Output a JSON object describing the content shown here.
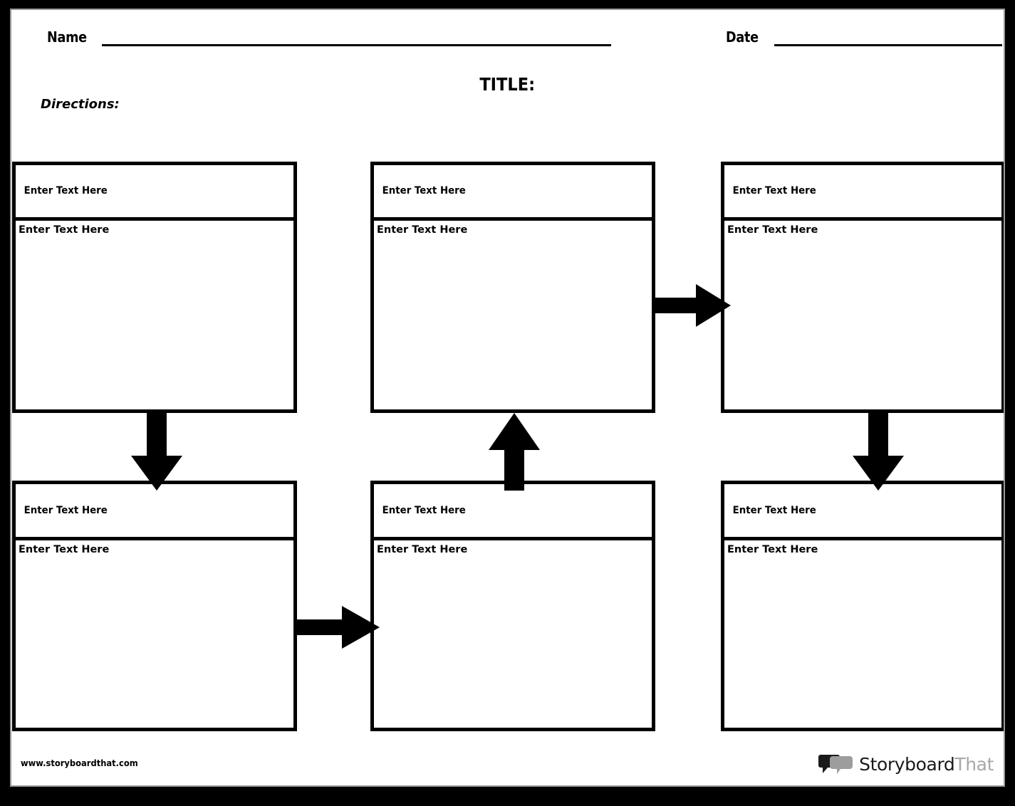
{
  "header": {
    "name_label": "Name",
    "date_label": "Date",
    "name_value": "",
    "date_value": ""
  },
  "title": "TITLE:",
  "directions_label": "Directions:",
  "placeholder": "Enter Text Here",
  "grid": {
    "rows": [
      {
        "cells": [
          {
            "heading": "Enter Text Here",
            "body": "Enter Text Here"
          },
          {
            "heading": "Enter Text Here",
            "body": "Enter Text Here"
          },
          {
            "heading": "Enter Text Here",
            "body": "Enter Text Here"
          }
        ]
      },
      {
        "cells": [
          {
            "heading": "Enter Text Here",
            "body": "Enter Text Here"
          },
          {
            "heading": "Enter Text Here",
            "body": "Enter Text Here"
          },
          {
            "heading": "Enter Text Here",
            "body": "Enter Text Here"
          }
        ]
      }
    ]
  },
  "arrows": [
    {
      "name": "arrow-right-top",
      "direction": "right"
    },
    {
      "name": "arrow-right-bottom",
      "direction": "right"
    },
    {
      "name": "arrow-down-left",
      "direction": "down"
    },
    {
      "name": "arrow-down-right",
      "direction": "down"
    },
    {
      "name": "arrow-up-middle",
      "direction": "up"
    }
  ],
  "footer": {
    "url": "www.storyboardthat.com",
    "logo_primary": "Storyboard",
    "logo_secondary": "That"
  },
  "colors": {
    "ink": "#000000",
    "paper": "#ffffff",
    "frame": "#000000",
    "inner_rule": "#9a9a9a",
    "logo_primary": "#1a1a1a",
    "logo_secondary": "#a8a8a8"
  }
}
